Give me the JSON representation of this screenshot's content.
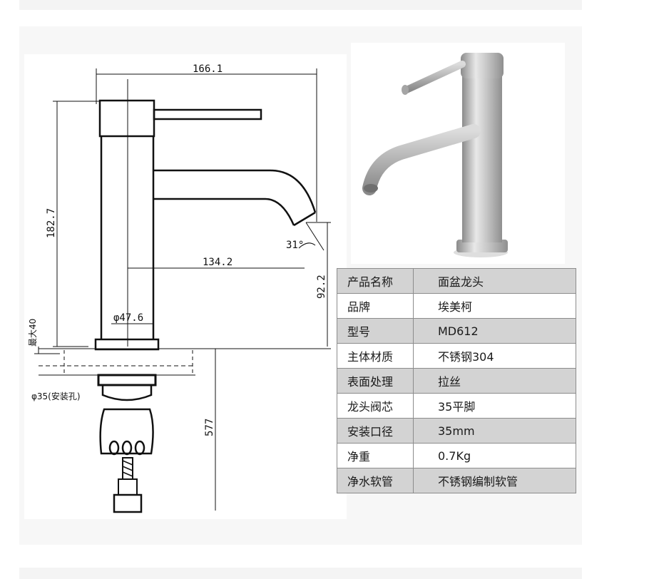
{
  "drawing": {
    "labels": {
      "width_total": "166.1",
      "height_total": "182.7",
      "angle": "31°",
      "spout_reach": "134.2",
      "spout_height": "92.2",
      "base_diameter": "φ47.6",
      "max_thickness": "最大40",
      "mount_hole": "φ35(安装孔)",
      "hose_length": "577"
    }
  },
  "photo": {
    "subject": "faucet-photo"
  },
  "spec_table": {
    "rows": [
      {
        "key": "产品名称",
        "value": "面盆龙头",
        "shade": true
      },
      {
        "key": "品牌",
        "value": "埃美柯",
        "shade": false
      },
      {
        "key": "型号",
        "value": "MD612",
        "shade": true
      },
      {
        "key": "主体材质",
        "value": "不锈钢304",
        "shade": false
      },
      {
        "key": "表面处理",
        "value": "拉丝",
        "shade": true
      },
      {
        "key": "龙头阀芯",
        "value": "35平脚",
        "shade": false
      },
      {
        "key": "安装口径",
        "value": "35mm",
        "shade": true
      },
      {
        "key": "净重",
        "value": "0.7Kg",
        "shade": false
      },
      {
        "key": "净水软管",
        "value": "不锈钢编制软管",
        "shade": true
      }
    ]
  },
  "colors": {
    "panel": "#f7f7f7",
    "shade_row": "#d3d3d3",
    "border": "#8c8c8c"
  }
}
